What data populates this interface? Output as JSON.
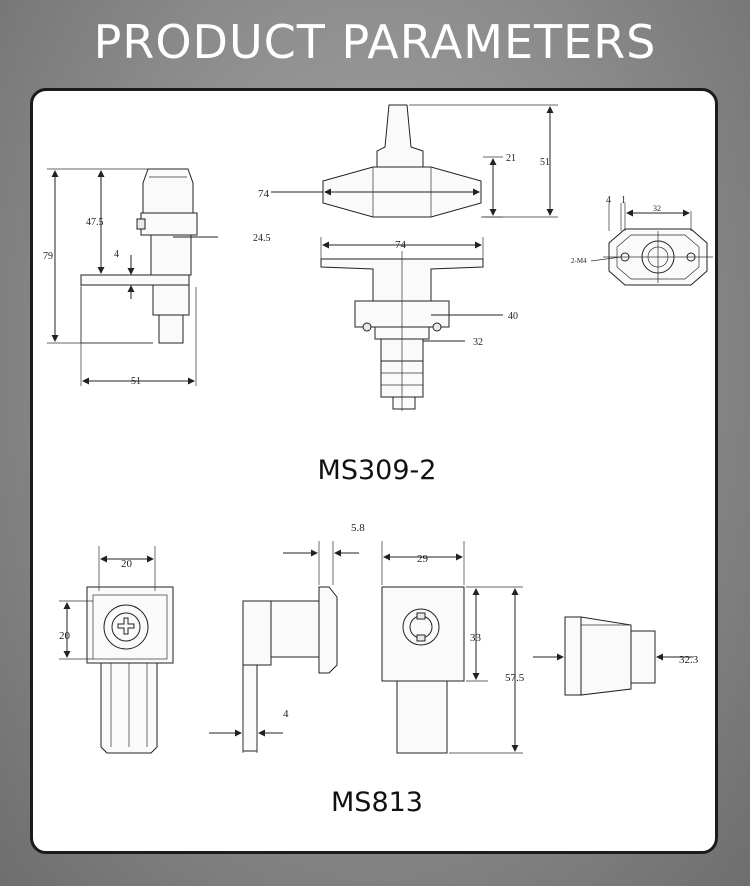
{
  "header": {
    "title": "PRODUCT PARAMETERS"
  },
  "models": {
    "top": "MS309-2",
    "bottom": "MS813"
  },
  "dims": {
    "ms309": {
      "side_height_total": "79",
      "side_height_upper": "47.5",
      "side_step": "4",
      "side_width": "51",
      "side_offset": "24.5",
      "top_width": "74",
      "top_small": "21",
      "top_height": "51",
      "front_width": "74",
      "front_mid": "40",
      "front_small": "32",
      "plan_a": "4",
      "plan_b": "1",
      "plan_width": "32",
      "plan_holes": "2-M4"
    },
    "ms813": {
      "width_a": "20",
      "height_a": "20",
      "flange": "5.8",
      "plate": "4",
      "body_width": "29",
      "body_height": "33",
      "total_height": "57.5",
      "side_len": "32.3"
    }
  }
}
